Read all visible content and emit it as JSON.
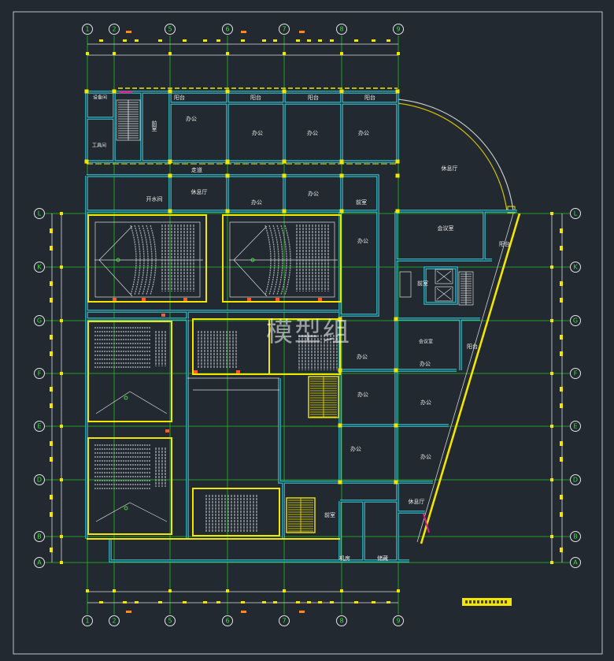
{
  "viewer": {
    "watermark": "模型组"
  },
  "grid": {
    "columns": [
      "1",
      "2",
      "5",
      "6",
      "7",
      "8",
      "9"
    ],
    "rows": [
      "L",
      "K",
      "G",
      "F",
      "E",
      "D",
      "B",
      "A"
    ]
  },
  "rooms": [
    "设备间",
    "阳台",
    "阳台",
    "阳台",
    "阳台",
    "前室",
    "办公",
    "办公",
    "办公",
    "办公",
    "工具间",
    "走道",
    "休息厅",
    "开水间",
    "休息厅",
    "办公",
    "办公",
    "前室",
    "会议室",
    "阳台",
    "办公",
    "前室",
    "办公",
    "会议室",
    "阳台",
    "办公",
    "办公",
    "办公",
    "办公",
    "办公",
    "休息厅",
    "前室",
    "机房",
    "储藏"
  ],
  "colors": {
    "background": "#222930",
    "frame": "#bfc3c8",
    "grid": "#1ec21e",
    "wall": "#34c9d6",
    "wall_highlight": "#f2e600",
    "label": "#ececec",
    "accent": "#e0208a"
  }
}
